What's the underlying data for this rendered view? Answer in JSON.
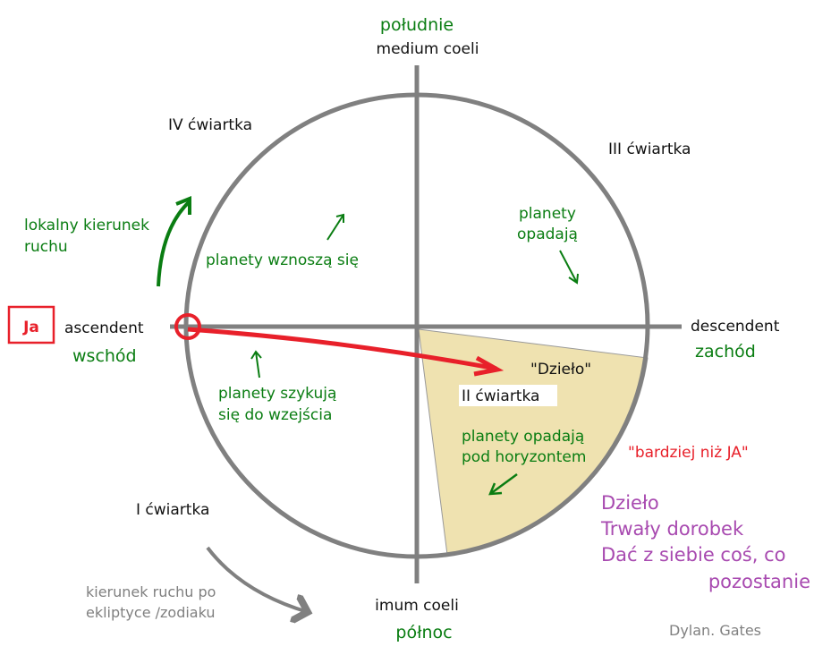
{
  "labels": {
    "south": "południe",
    "mc": "medium coeli",
    "q4": "IV ćwiartka",
    "q3": "III ćwiartka",
    "q2": "II ćwiartka",
    "q1": "I ćwiartka",
    "local_dir_1": "lokalny kierunek",
    "local_dir_2": "ruchu",
    "rising": "planety wznoszą się",
    "setting_1": "planety",
    "setting_2": "opadają",
    "ja": "Ja",
    "asc": "ascendent",
    "east": "wschód",
    "desc": "descendent",
    "west": "zachód",
    "dzielo": "\"Dzieło\"",
    "prep_1": "planety szykują",
    "prep_2": "się do wzejścia",
    "below_1": "planety opadają",
    "below_2": "pod horyzontem",
    "more_than": "\"bardziej niż JA\"",
    "work_1": "Dzieło",
    "work_2": "Trwały dorobek",
    "work_3": "Dać z siebie coś, co",
    "work_4": "pozostanie",
    "ecl_1": "kierunek ruchu po",
    "ecl_2": "ekliptyce /zodiaku",
    "ic": "imum coeli",
    "north": "północ",
    "author": "Dylan. Gates"
  },
  "colors": {
    "circle": "#808080",
    "wedge": "#efe2b0",
    "red": "#e8202a",
    "green": "#0a7d12",
    "purple": "#a84ab0"
  }
}
